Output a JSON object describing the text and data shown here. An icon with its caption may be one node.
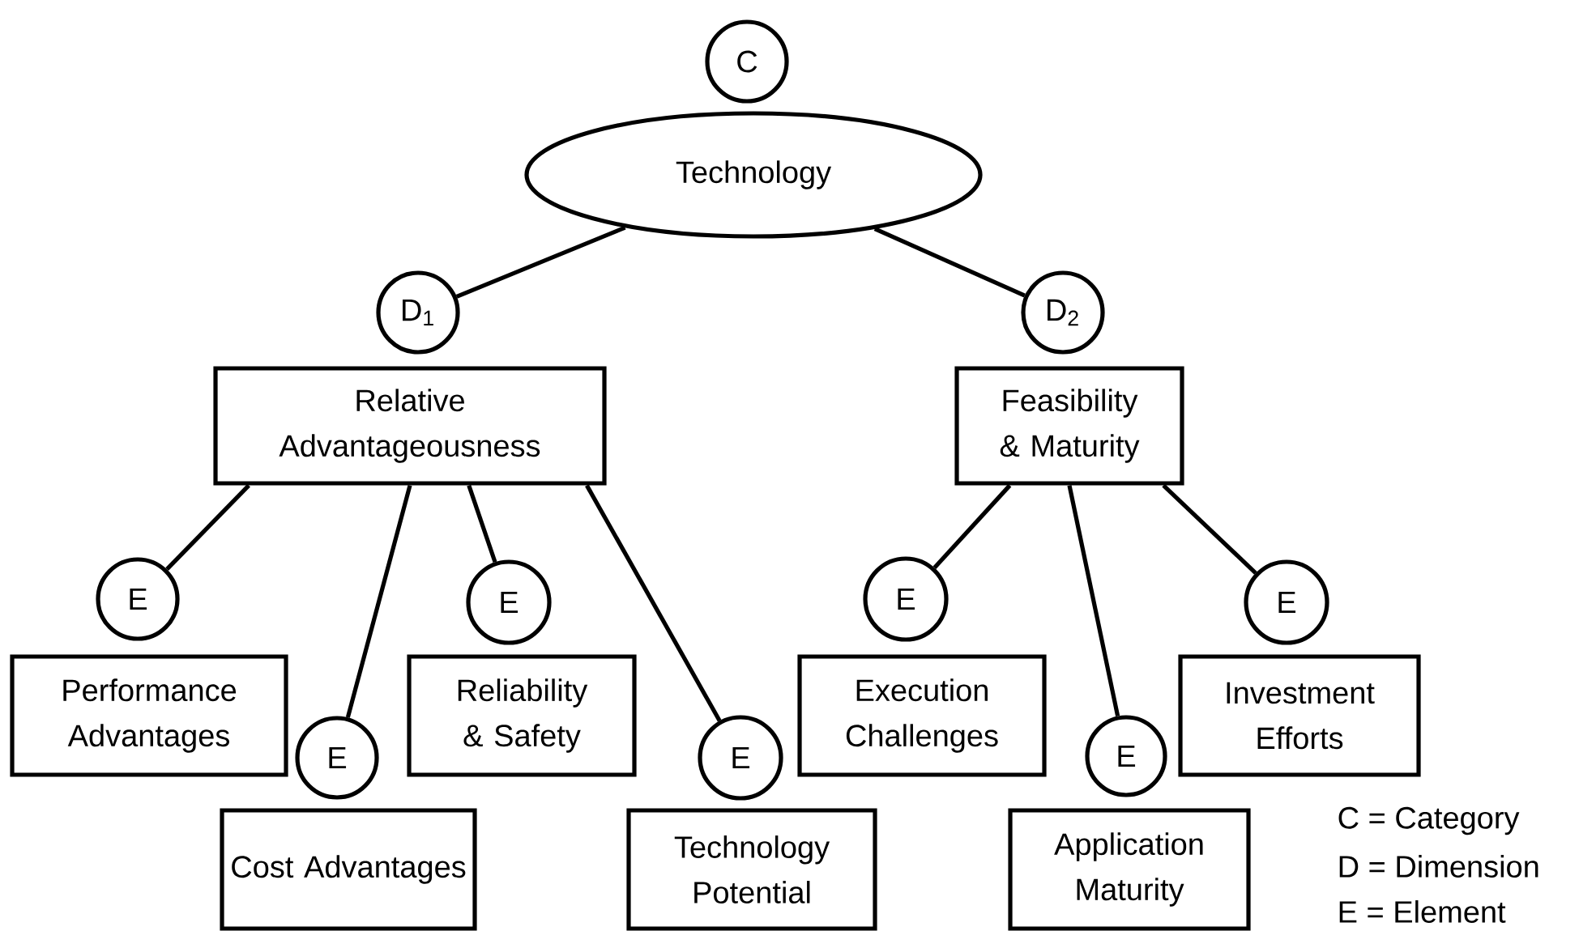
{
  "diagram": {
    "nodes": [
      {
        "text": [
          "C"
        ]
      },
      {
        "text": [
          "Technology"
        ]
      },
      {
        "text": [
          "D$_{1}$"
        ]
      },
      {
        "text": [
          "D$_{2}$"
        ]
      },
      {
        "text": [
          "Relative Advantageousness"
        ]
      },
      {
        "text": [
          "Feasibility & Maturity"
        ]
      },
      {
        "text": [
          "E"
        ]
      },
      {
        "text": [
          "E"
        ]
      },
      {
        "text": [
          "E"
        ]
      },
      {
        "text": [
          "E"
        ]
      },
      {
        "text": [
          "Performance Advantages"
        ]
      },
      {
        "text": [
          "Reliability & Safety"
        ]
      },
      {
        "text": [
          "Execution Challenges"
        ]
      },
      {
        "text": [
          "Investment Efforts"
        ]
      },
      {
        "text": [
          "E"
        ]
      },
      {
        "text": [
          "E"
        ]
      },
      {
        "text": [
          "E"
        ]
      },
      {
        "text": [
          "Cost Advantages"
        ]
      },
      {
        "text": [
          "Technology Potential"
        ]
      },
      {
        "text": [
          "Application Maturity"
        ]
      }
    ],
    "edges": [
      {
        "from": 1,
        "to": 2,
        "arrow": "none"
      },
      {
        "from": 1,
        "to": 3,
        "arrow": "none"
      },
      {
        "from": 4,
        "to": 6,
        "arrow": "none"
      },
      {
        "from": 4,
        "to": 14,
        "arrow": "none"
      },
      {
        "from": 4,
        "to": 7,
        "arrow": "none"
      },
      {
        "from": 4,
        "to": 15,
        "arrow": "none"
      },
      {
        "from": 5,
        "to": 8,
        "arrow": "none"
      },
      {
        "from": 5,
        "to": 16,
        "arrow": "none"
      },
      {
        "from": 5,
        "to": 9,
        "arrow": "none"
      }
    ],
    "labels": [
      "C = Category",
      "D = Dimension",
      "E = Element"
    ]
  }
}
